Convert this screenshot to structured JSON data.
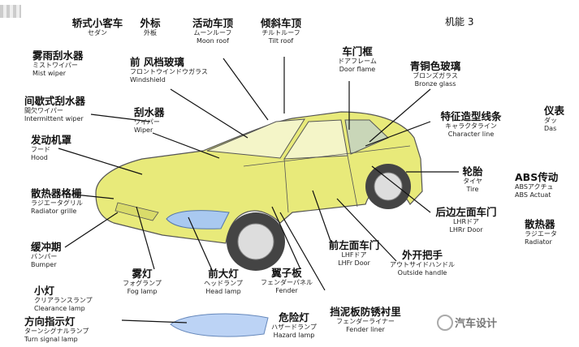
{
  "corner_label": "机能 3",
  "watermark": "汽车设计",
  "labels": [
    {
      "id": "sedan",
      "zh": "轿式小客车",
      "ja": "セダン",
      "en": ""
    },
    {
      "id": "exterior",
      "zh": "外标",
      "ja": "外板",
      "en": ""
    },
    {
      "id": "moonroof",
      "zh": "活动车顶",
      "ja": "ムーンルーフ",
      "en": "Moon roof"
    },
    {
      "id": "tiltroof",
      "zh": "倾斜车顶",
      "ja": "チルトルーフ",
      "en": "Tilt roof"
    },
    {
      "id": "doorframe",
      "zh": "车门框",
      "ja": "ドアフレーム",
      "en": "Door flame"
    },
    {
      "id": "bronzeglass",
      "zh": "青铜色玻璃",
      "ja": "ブロンズガラス",
      "en": "Bronze glass"
    },
    {
      "id": "characterline",
      "zh": "特征造型线条",
      "ja": "キャラクタライン",
      "en": "Character line"
    },
    {
      "id": "tire",
      "zh": "轮胎",
      "ja": "タイヤ",
      "en": "Tire"
    },
    {
      "id": "rlhdoor",
      "zh": "后边左面车门",
      "ja": "LHRドア",
      "en": "LHRr Door"
    },
    {
      "id": "outsidehandle",
      "zh": "外开把手",
      "ja": "アウトサイドハンドル",
      "en": "Outside handle"
    },
    {
      "id": "flhdoor",
      "zh": "前左面车门",
      "ja": "LHFドア",
      "en": "LHFr Door"
    },
    {
      "id": "fender",
      "zh": "翼子板",
      "ja": "フェンダーパネル",
      "en": "Fender"
    },
    {
      "id": "fenderliner",
      "zh": "挡泥板防锈衬里",
      "ja": "フェンダーライナー",
      "en": "Fender liner"
    },
    {
      "id": "hazard",
      "zh": "危险灯",
      "ja": "ハザードランプ",
      "en": "Hazard lamp"
    },
    {
      "id": "headlamp",
      "zh": "前大灯",
      "ja": "ヘッドランプ",
      "en": "Head lamp"
    },
    {
      "id": "foglamp",
      "zh": "雾灯",
      "ja": "フォグランプ",
      "en": "Fog lamp"
    },
    {
      "id": "turnsignal",
      "zh": "方向指示灯",
      "ja": "ターンシグナルランプ",
      "en": "Turn signal lamp"
    },
    {
      "id": "clearance",
      "zh": "小灯",
      "ja": "クリアランスランプ",
      "en": "Clearance lamp"
    },
    {
      "id": "bumper",
      "zh": "缓冲期",
      "ja": "バンパー",
      "en": "Bumper"
    },
    {
      "id": "radiatorgrille",
      "zh": "散热器格栅",
      "ja": "ラジエータグリル",
      "en": "Radiator grille"
    },
    {
      "id": "hood",
      "zh": "发动机罩",
      "ja": "フード",
      "en": "Hood"
    },
    {
      "id": "intermittent",
      "zh": "间歇式刮水器",
      "ja": "間欠ワイパー",
      "en": "Intermittent wiper"
    },
    {
      "id": "mistwiper",
      "zh": "雾雨刮水器",
      "ja": "ミストワイパー",
      "en": "Mist wiper"
    },
    {
      "id": "windshield",
      "zh": "前 风档玻璃",
      "ja": "フロントウインドウガラス",
      "en": "Windshield"
    },
    {
      "id": "wiper",
      "zh": "刮水器",
      "ja": "ワイパー",
      "en": "Wiper"
    },
    {
      "id": "dash",
      "zh": "仪表",
      "ja": "ダッ",
      "en": "Das"
    },
    {
      "id": "abs",
      "zh": "ABS传动",
      "ja": "ABSアクチュ",
      "en": "ABS Actuat"
    },
    {
      "id": "radiator",
      "zh": "散热器",
      "ja": "ラジエータ",
      "en": "Radiator"
    }
  ]
}
